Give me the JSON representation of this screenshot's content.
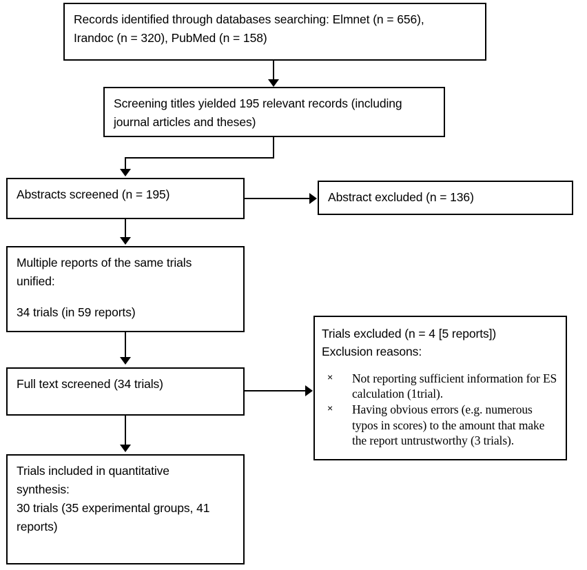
{
  "diagram": {
    "title": "PRISMA study selection flow diagram",
    "type": "flowchart",
    "stroke_color": "#000000",
    "background_color": "#ffffff"
  },
  "nodes": {
    "records_identified": {
      "line1": "Records identified through databases searching: Elmnet (n  =  656),",
      "line2": "Irandoc  (n  =  320), PubMed (n  =  158)"
    },
    "screening_titles": {
      "line1": "Screening titles yielded 195 relevant records (including",
      "line2": "journal articles and theses)"
    },
    "abstracts_screened": {
      "line1": "Abstracts screened (n  =  195)"
    },
    "abstract_excluded": {
      "line1": "Abstract excluded (n  =  136)"
    },
    "multiple_reports": {
      "line1": "Multiple reports of the same trials",
      "line2": "unified:",
      "line3": "34 trials (in 59 reports)"
    },
    "full_text_screened": {
      "line1": "Full text screened (34 trials)"
    },
    "trials_excluded": {
      "header": "Trials excluded (n  =  4 [5 reports])",
      "subheader": "Exclusion reasons:",
      "bullet_glyph": "×",
      "reasons": [
        "Not reporting sufficient information for ES calculation (1trial).",
        "Having obvious errors (e.g. numerous typos in scores) to the amount that make the report untrustworthy (3 trials)."
      ]
    },
    "trials_included": {
      "line1": "Trials included in quantitative",
      "line2": "synthesis:",
      "line3": "30 trials (35 experimental groups, 41",
      "line4": "reports)"
    }
  }
}
